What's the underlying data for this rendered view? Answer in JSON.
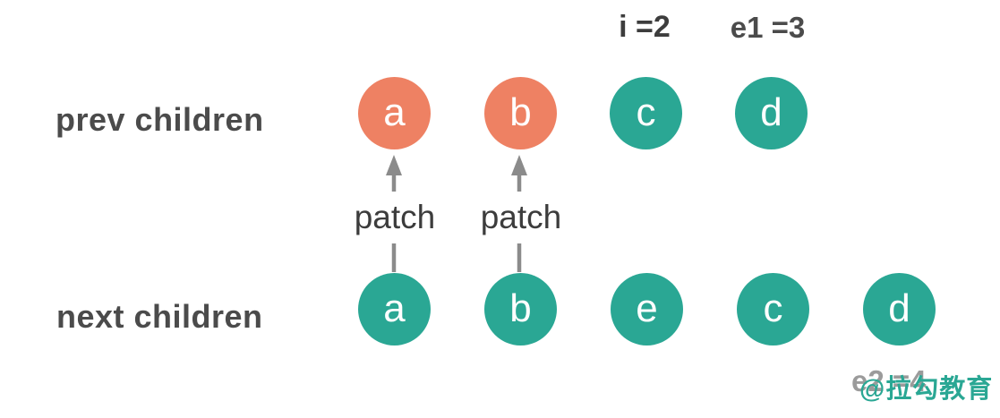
{
  "pointers": {
    "i": "i =2",
    "e1": "e1 =3",
    "e2": "e2 =4"
  },
  "rows": {
    "prev": {
      "label": "prev children",
      "nodes": [
        {
          "label": "a",
          "color": "salmon"
        },
        {
          "label": "b",
          "color": "salmon"
        },
        {
          "label": "c",
          "color": "teal"
        },
        {
          "label": "d",
          "color": "teal"
        }
      ]
    },
    "next": {
      "label": "next children",
      "nodes": [
        {
          "label": "a",
          "color": "teal"
        },
        {
          "label": "b",
          "color": "teal"
        },
        {
          "label": "e",
          "color": "teal"
        },
        {
          "label": "c",
          "color": "teal"
        },
        {
          "label": "d",
          "color": "teal"
        }
      ]
    }
  },
  "patch": {
    "labels": [
      "patch",
      "patch"
    ]
  },
  "watermark": {
    "text": "@拉勾教育",
    "color": "#2aa794"
  },
  "colors": {
    "salmon": "#ee8163",
    "teal": "#2aa794",
    "arrow_gray": "#8b8b8b",
    "heading_gray": "#4b4b4b",
    "dark_text": "#3d3d3d",
    "muted_gray": "#9b9b9b",
    "box_background": "#ffffff"
  }
}
